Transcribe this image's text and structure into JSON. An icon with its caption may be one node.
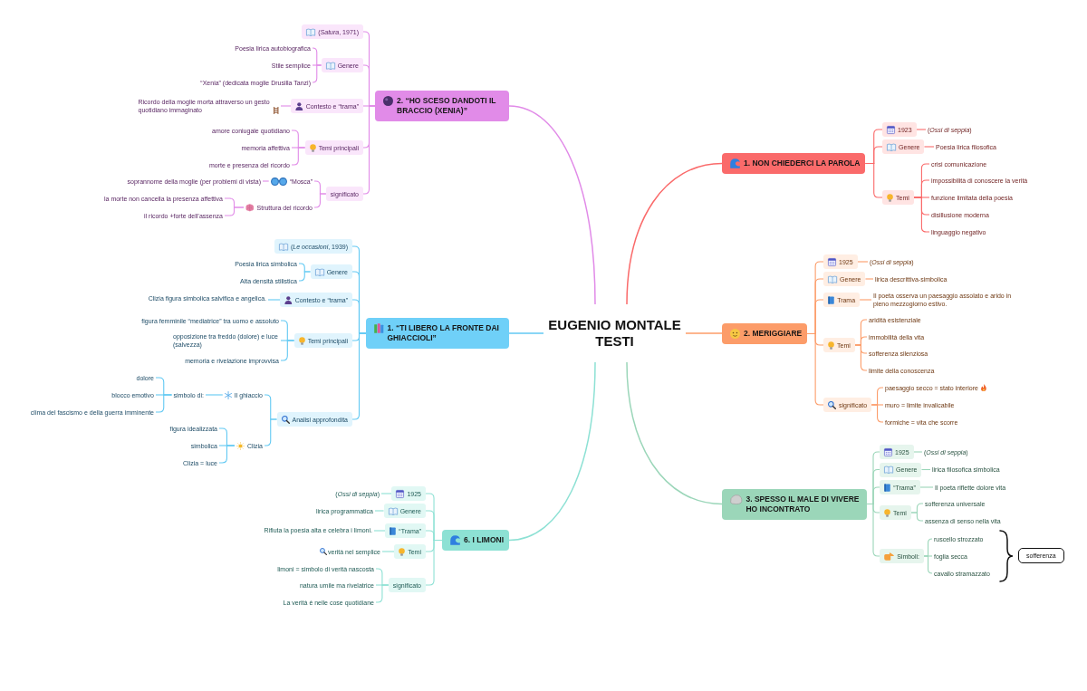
{
  "diagram": {
    "nodes": [
      {
        "text": [
          "EUGENIO MONTALE TESTI"
        ]
      },
      {
        "text": [
          "1. NON CHIEDERCI LA PAROLA"
        ]
      },
      {
        "text": [
          "1923"
        ]
      },
      {
        "text": [
          "(*Ossi di seppia*)"
        ]
      },
      {
        "text": [
          "Genere"
        ]
      },
      {
        "text": [
          "Poesia lirica filosofica"
        ]
      },
      {
        "text": [
          "Temi"
        ]
      },
      {
        "text": [
          "crisi comunicazione"
        ]
      },
      {
        "text": [
          "impossibilità di conoscere la verità"
        ]
      },
      {
        "text": [
          "funzione limitata della poesia"
        ]
      },
      {
        "text": [
          "disillusione moderna"
        ]
      },
      {
        "text": [
          "linguaggio negativo"
        ]
      },
      {
        "text": [
          "2. MERIGGIARE"
        ]
      },
      {
        "text": [
          "1925"
        ]
      },
      {
        "text": [
          "(*Ossi di seppia*)"
        ]
      },
      {
        "text": [
          "Genere"
        ]
      },
      {
        "text": [
          "lirica descrittiva-simbolica"
        ]
      },
      {
        "text": [
          "Trama"
        ]
      },
      {
        "text": [
          "Il poeta osserva un paesaggio assolato e arido in pieno mezzogiorno estivo."
        ]
      },
      {
        "text": [
          "Temi"
        ]
      },
      {
        "text": [
          "aridità esistenziale"
        ]
      },
      {
        "text": [
          "immobilità della vita"
        ]
      },
      {
        "text": [
          "sofferenza silenziosa"
        ]
      },
      {
        "text": [
          "limite della conoscenza"
        ]
      },
      {
        "text": [
          "significato"
        ]
      },
      {
        "text": [
          "paesaggio secco = stato interiore"
        ]
      },
      {
        "text": [
          "muro = limite invalicabile"
        ]
      },
      {
        "text": [
          "formiche = vita che scorre"
        ]
      },
      {
        "text": [
          "3. SPESSO IL MALE DI VIVERE HO INCONTRATO"
        ]
      },
      {
        "text": [
          "1925"
        ]
      },
      {
        "text": [
          "(*Ossi di seppia*)"
        ]
      },
      {
        "text": [
          "Genere"
        ]
      },
      {
        "text": [
          "lirica filosofica simbolica"
        ]
      },
      {
        "text": [
          "“Trama”"
        ]
      },
      {
        "text": [
          "Il poeta riflette dolore vita"
        ]
      },
      {
        "text": [
          "Temi"
        ]
      },
      {
        "text": [
          "sofferenza universale"
        ]
      },
      {
        "text": [
          "assenza di senso nella vita"
        ]
      },
      {
        "text": [
          "Simboli:"
        ]
      },
      {
        "text": [
          "ruscello strozzato"
        ]
      },
      {
        "text": [
          "foglia secca"
        ]
      },
      {
        "text": [
          "cavallo stramazzato"
        ]
      },
      {
        "text": [
          "sofferenza"
        ]
      },
      {
        "text": [
          "6. I LIMONI"
        ]
      },
      {
        "text": [
          "1925"
        ]
      },
      {
        "text": [
          "(*Ossi di seppia*)"
        ]
      },
      {
        "text": [
          "Genere"
        ]
      },
      {
        "text": [
          "lirica programmatica"
        ]
      },
      {
        "text": [
          "“Trama”"
        ]
      },
      {
        "text": [
          "Rifiuta la poesia alta e celebra i limoni."
        ]
      },
      {
        "text": [
          "Temi"
        ]
      },
      {
        "text": [
          "verità nel semplice"
        ]
      },
      {
        "text": [
          "significato"
        ]
      },
      {
        "text": [
          "limoni = simbolo di verità nascosta"
        ]
      },
      {
        "text": [
          "natura umile ma rivelatrice"
        ]
      },
      {
        "text": [
          "La verità è nelle cose quotidiane"
        ]
      },
      {
        "text": [
          "1. “TI LIBERO LA FRONTE DAI GHIACCIOLI”"
        ]
      },
      {
        "text": [
          "(*Le occasioni*, 1939)"
        ]
      },
      {
        "text": [
          "Genere"
        ]
      },
      {
        "text": [
          "Poesia lirica simbolica"
        ]
      },
      {
        "text": [
          "Alta densità stilistica"
        ]
      },
      {
        "text": [
          "Contesto e “trama”"
        ]
      },
      {
        "text": [
          "Clizia figura simbolica salvifica e angelica."
        ]
      },
      {
        "text": [
          "Temi principali"
        ]
      },
      {
        "text": [
          "figura femminile “mediatrice” tra uomo e assoluto"
        ]
      },
      {
        "text": [
          "opposizione tra freddo (dolore) e luce (salvezza)"
        ]
      },
      {
        "text": [
          "memoria e rivelazione improvvisa"
        ]
      },
      {
        "text": [
          "Analisi approfondita"
        ]
      },
      {
        "text": [
          "Il ghiaccio"
        ]
      },
      {
        "text": [
          "simbolo di:"
        ]
      },
      {
        "text": [
          "dolore"
        ]
      },
      {
        "text": [
          "blocco emotivo"
        ]
      },
      {
        "text": [
          "clima del fascismo e della guerra imminente"
        ]
      },
      {
        "text": [
          "Clizia"
        ]
      },
      {
        "text": [
          "figura idealizzata"
        ]
      },
      {
        "text": [
          "simbolica"
        ]
      },
      {
        "text": [
          "Clizia = luce"
        ]
      },
      {
        "text": [
          "2. “HO SCESO DANDOTI IL BRACCIO (XENIA)”"
        ]
      },
      {
        "text": [
          "(*Satura*, 1971)"
        ]
      },
      {
        "text": [
          "Genere"
        ]
      },
      {
        "text": [
          "Poesia lirica autobiografica"
        ]
      },
      {
        "text": [
          "Stile semplice"
        ]
      },
      {
        "text": [
          "“Xenia” (dedicata moglie Drusilla Tanzi)"
        ]
      },
      {
        "text": [
          "Contesto e “trama”"
        ]
      },
      {
        "text": [
          "Ricordo della moglie morta attraverso un gesto quotidiano immaginato"
        ]
      },
      {
        "text": [
          "Temi principali"
        ]
      },
      {
        "text": [
          "amore coniugale quotidiano"
        ]
      },
      {
        "text": [
          "memoria affettiva"
        ]
      },
      {
        "text": [
          "morte e presenza del ricordo"
        ]
      },
      {
        "text": [
          "significato"
        ]
      },
      {
        "text": [
          "“Mosca”"
        ]
      },
      {
        "text": [
          "soprannome della moglie (per problemi di vista)"
        ]
      },
      {
        "text": [
          "Struttura del ricordo"
        ]
      },
      {
        "text": [
          "la morte non cancella la presenza affettiva"
        ]
      },
      {
        "text": [
          "il ricordo +forte dell’assenza"
        ]
      }
    ],
    "edges": [
      {
        "from": 0,
        "to": 1,
        "arrow": "none",
        "color": "#fa6a6a"
      },
      {
        "from": 0,
        "to": 12,
        "arrow": "none",
        "color": "#fc9c69"
      },
      {
        "from": 0,
        "to": 28,
        "arrow": "none",
        "color": "#9bd6b9"
      },
      {
        "from": 0,
        "to": 43,
        "arrow": "none",
        "color": "#8de1d4"
      },
      {
        "from": 0,
        "to": 56,
        "arrow": "none"
      },
      {
        "from": 0,
        "to": 77,
        "arrow": "none",
        "color": "#e18be8"
      },
      {
        "from": 1,
        "to": 2,
        "arrow": "none",
        "color": "#fa6a6a"
      },
      {
        "from": 1,
        "to": 4,
        "arrow": "none",
        "color": "#fa6a6a"
      },
      {
        "from": 1,
        "to": 6,
        "arrow": "none",
        "color": "#fa6a6a"
      },
      {
        "from": 2,
        "to": 3,
        "arrow": "none",
        "color": "#fa6a6a"
      },
      {
        "from": 4,
        "to": 5,
        "arrow": "none",
        "color": "#fa6a6a"
      },
      {
        "from": 6,
        "to": 7,
        "arrow": "none",
        "color": "#fa6a6a"
      },
      {
        "from": 6,
        "to": 8,
        "arrow": "none",
        "color": "#fa6a6a"
      },
      {
        "from": 6,
        "to": 9,
        "arrow": "none",
        "color": "#fa6a6a"
      },
      {
        "from": 6,
        "to": 10,
        "arrow": "none",
        "color": "#fa6a6a"
      },
      {
        "from": 6,
        "to": 11,
        "arrow": "none",
        "color": "#fa6a6a"
      },
      {
        "from": 12,
        "to": 13,
        "arrow": "none",
        "color": "#fc9c69"
      },
      {
        "from": 12,
        "to": 15,
        "arrow": "none",
        "color": "#fc9c69"
      },
      {
        "from": 12,
        "to": 17,
        "arrow": "none",
        "color": "#fc9c69"
      },
      {
        "from": 12,
        "to": 19,
        "arrow": "none",
        "color": "#fc9c69"
      },
      {
        "from": 12,
        "to": 24,
        "arrow": "none",
        "color": "#fc9c69"
      },
      {
        "from": 13,
        "to": 14,
        "arrow": "none",
        "color": "#fc9c69"
      },
      {
        "from": 15,
        "to": 16,
        "arrow": "none",
        "color": "#fc9c69"
      },
      {
        "from": 17,
        "to": 18,
        "arrow": "none",
        "color": "#fc9c69"
      },
      {
        "from": 19,
        "to": 20,
        "arrow": "none",
        "color": "#fc9c69"
      },
      {
        "from": 19,
        "to": 21,
        "arrow": "none",
        "color": "#fc9c69"
      },
      {
        "from": 19,
        "to": 22,
        "arrow": "none",
        "color": "#fc9c69"
      },
      {
        "from": 19,
        "to": 23,
        "arrow": "none",
        "color": "#fc9c69"
      },
      {
        "from": 24,
        "to": 25,
        "arrow": "none",
        "color": "#fc9c69"
      },
      {
        "from": 24,
        "to": 26,
        "arrow": "none",
        "color": "#fc9c69"
      },
      {
        "from": 24,
        "to": 27,
        "arrow": "none",
        "color": "#fc9c69"
      },
      {
        "from": 28,
        "to": 29,
        "arrow": "none",
        "color": "#9bd6b9"
      },
      {
        "from": 28,
        "to": 31,
        "arrow": "none",
        "color": "#9bd6b9"
      },
      {
        "from": 28,
        "to": 33,
        "arrow": "none",
        "color": "#9bd6b9"
      },
      {
        "from": 28,
        "to": 35,
        "arrow": "none",
        "color": "#9bd6b9"
      },
      {
        "from": 28,
        "to": 38,
        "arrow": "none",
        "color": "#9bd6b9"
      },
      {
        "from": 29,
        "to": 30,
        "arrow": "none",
        "color": "#9bd6b9"
      },
      {
        "from": 31,
        "to": 32,
        "arrow": "none",
        "color": "#9bd6b9"
      },
      {
        "from": 33,
        "to": 34,
        "arrow": "none",
        "color": "#9bd6b9"
      },
      {
        "from": 35,
        "to": 36,
        "arrow": "none",
        "color": "#9bd6b9"
      },
      {
        "from": 35,
        "to": 37,
        "arrow": "none",
        "color": "#9bd6b9"
      },
      {
        "from": 38,
        "to": 39,
        "arrow": "none",
        "color": "#9bd6b9"
      },
      {
        "from": 38,
        "to": 40,
        "arrow": "none",
        "color": "#9bd6b9"
      },
      {
        "from": 38,
        "to": 41,
        "arrow": "none",
        "color": "#9bd6b9"
      },
      {
        "from": 43,
        "to": 44,
        "arrow": "none",
        "color": "#8de1d4"
      },
      {
        "from": 43,
        "to": 46,
        "arrow": "none",
        "color": "#8de1d4"
      },
      {
        "from": 43,
        "to": 48,
        "arrow": "none",
        "color": "#8de1d4"
      },
      {
        "from": 43,
        "to": 50,
        "arrow": "none",
        "color": "#8de1d4"
      },
      {
        "from": 43,
        "to": 52,
        "arrow": "none",
        "color": "#8de1d4"
      },
      {
        "from": 44,
        "to": 45,
        "arrow": "none",
        "color": "#8de1d4"
      },
      {
        "from": 46,
        "to": 47,
        "arrow": "none",
        "color": "#8de1d4"
      },
      {
        "from": 48,
        "to": 49,
        "arrow": "none",
        "color": "#8de1d4"
      },
      {
        "from": 50,
        "to": 51,
        "arrow": "none",
        "color": "#8de1d4"
      },
      {
        "from": 52,
        "to": 53,
        "arrow": "none",
        "color": "#8de1d4"
      },
      {
        "from": 52,
        "to": 54,
        "arrow": "none",
        "color": "#8de1d4"
      },
      {
        "from": 52,
        "to": 55,
        "arrow": "none",
        "color": "#8de1d4"
      },
      {
        "from": 56,
        "to": 57,
        "arrow": "none"
      },
      {
        "from": 56,
        "to": 58,
        "arrow": "none"
      },
      {
        "from": 56,
        "to": 61,
        "arrow": "none"
      },
      {
        "from": 56,
        "to": 63,
        "arrow": "none"
      },
      {
        "from": 56,
        "to": 67,
        "arrow": "none"
      },
      {
        "from": 58,
        "to": 59,
        "arrow": "none"
      },
      {
        "from": 58,
        "to": 60,
        "arrow": "none"
      },
      {
        "from": 61,
        "to": 62,
        "arrow": "none"
      },
      {
        "from": 63,
        "to": 64,
        "arrow": "none"
      },
      {
        "from": 63,
        "to": 65,
        "arrow": "none"
      },
      {
        "from": 63,
        "to": 66,
        "arrow": "none"
      },
      {
        "from": 67,
        "to": 68,
        "arrow": "none"
      },
      {
        "from": 67,
        "to": 73,
        "arrow": "none"
      },
      {
        "from": 68,
        "to": 69,
        "arrow": "none"
      },
      {
        "from": 69,
        "to": 70,
        "arrow": "none"
      },
      {
        "from": 69,
        "to": 71,
        "arrow": "none"
      },
      {
        "from": 69,
        "to": 72,
        "arrow": "none"
      },
      {
        "from": 73,
        "to": 74,
        "arrow": "none"
      },
      {
        "from": 73,
        "to": 75,
        "arrow": "none"
      },
      {
        "from": 73,
        "to": 76,
        "arrow": "none"
      },
      {
        "from": 77,
        "to": 78,
        "arrow": "none",
        "color": "#e18be8"
      },
      {
        "from": 77,
        "to": 79,
        "arrow": "none",
        "color": "#e18be8"
      },
      {
        "from": 77,
        "to": 83,
        "arrow": "none",
        "color": "#e18be8"
      },
      {
        "from": 77,
        "to": 85,
        "arrow": "none",
        "color": "#e18be8"
      },
      {
        "from": 77,
        "to": 89,
        "arrow": "none",
        "color": "#e18be8"
      },
      {
        "from": 79,
        "to": 80,
        "arrow": "none",
        "color": "#e18be8"
      },
      {
        "from": 79,
        "to": 81,
        "arrow": "none",
        "color": "#e18be8"
      },
      {
        "from": 79,
        "to": 82,
        "arrow": "none",
        "color": "#e18be8"
      },
      {
        "from": 83,
        "to": 84,
        "arrow": "none",
        "color": "#e18be8"
      },
      {
        "from": 85,
        "to": 86,
        "arrow": "none",
        "color": "#e18be8"
      },
      {
        "from": 85,
        "to": 87,
        "arrow": "none",
        "color": "#e18be8"
      },
      {
        "from": 85,
        "to": 88,
        "arrow": "none",
        "color": "#e18be8"
      },
      {
        "from": 89,
        "to": 90,
        "arrow": "none",
        "color": "#e18be8"
      },
      {
        "from": 89,
        "to": 92,
        "arrow": "none",
        "color": "#e18be8"
      },
      {
        "from": 90,
        "to": 91,
        "arrow": "none",
        "color": "#e18be8"
      },
      {
        "from": 92,
        "to": 93,
        "arrow": "none",
        "color": "#e18be8"
      },
      {
        "from": 92,
        "to": 94,
        "arrow": "none",
        "color": "#e18be8"
      }
    ]
  }
}
